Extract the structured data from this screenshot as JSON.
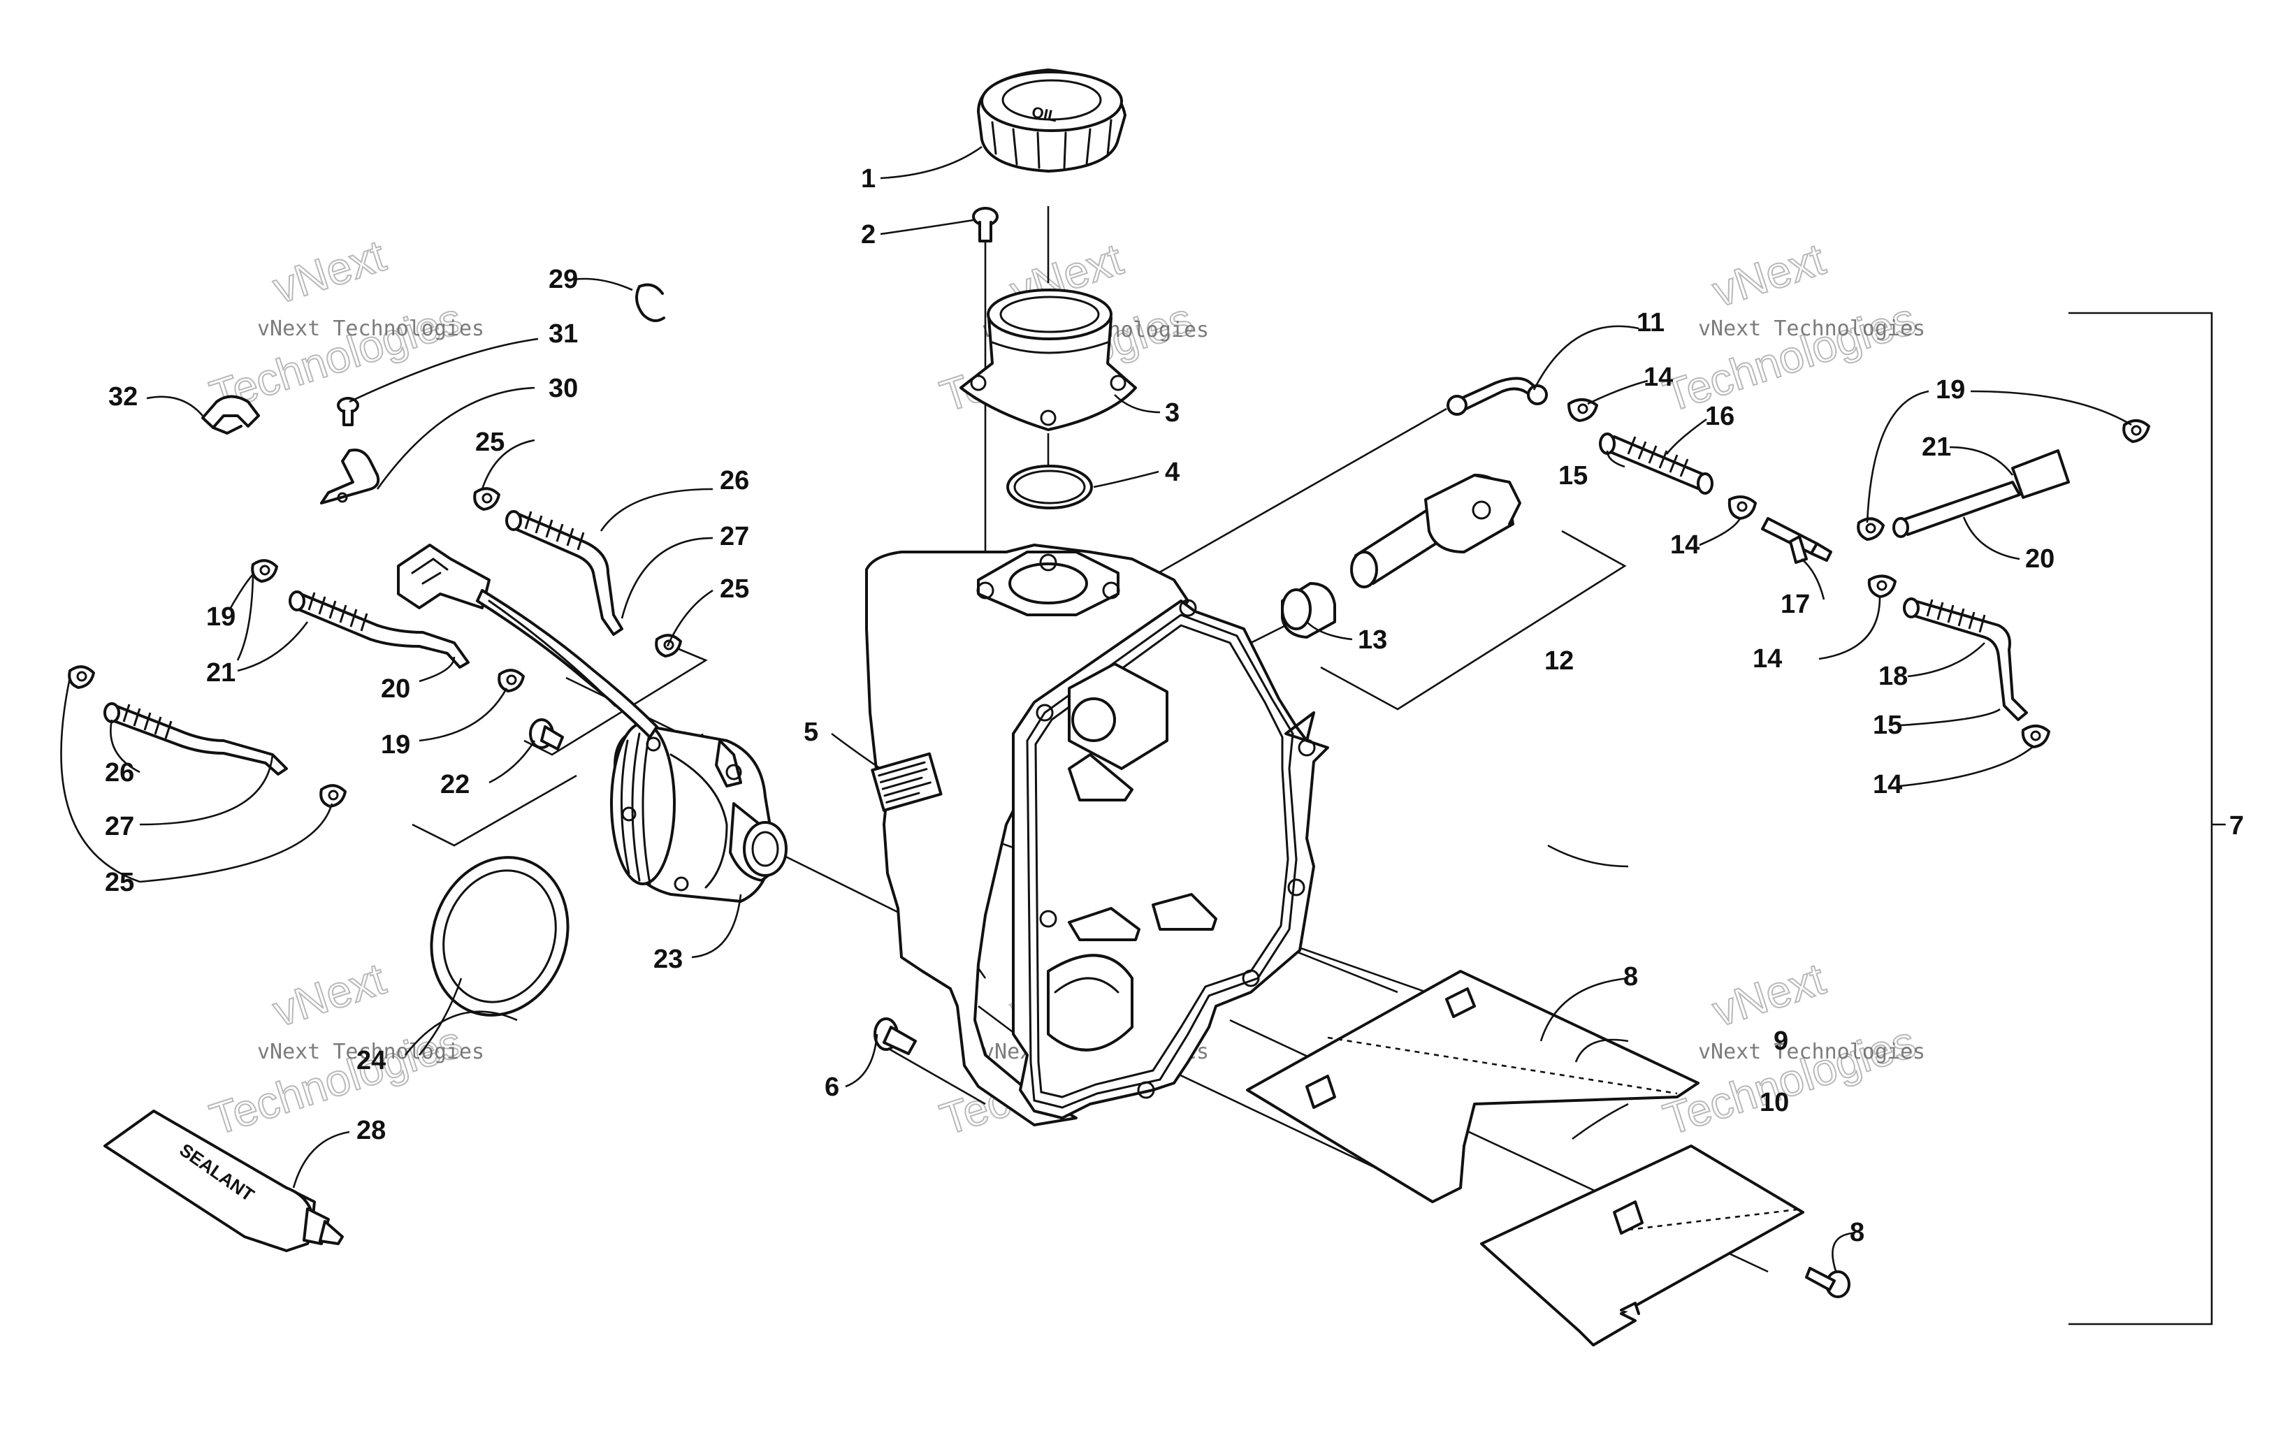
{
  "diagram": {
    "callouts": [
      "1",
      "2",
      "3",
      "4",
      "5",
      "6",
      "7",
      "8",
      "9",
      "10",
      "11",
      "12",
      "13",
      "14",
      "15",
      "16",
      "17",
      "18",
      "19",
      "20",
      "21",
      "22",
      "23",
      "24",
      "25",
      "26",
      "27",
      "28",
      "29",
      "30",
      "31",
      "32"
    ],
    "cap_text": "OIL",
    "sealant_text": "SEALANT",
    "watermark": {
      "line1": "vNext Technologies",
      "line2": "Technologies",
      "line3": "vNext"
    }
  }
}
